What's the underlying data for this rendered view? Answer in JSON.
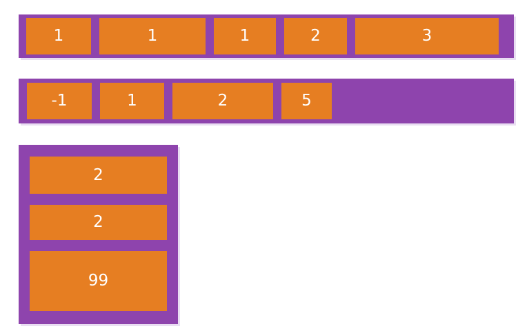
{
  "colors": {
    "background": "#ffffff",
    "container_purple": "#8e44ad",
    "item_orange": "#e67e22",
    "label_white": "#ffffff",
    "shadow": "#e9def2"
  },
  "containers": [
    {
      "name": "row-1",
      "direction": "row",
      "items": [
        {
          "label": "1"
        },
        {
          "label": "1"
        },
        {
          "label": "1"
        },
        {
          "label": "2"
        },
        {
          "label": "3"
        }
      ]
    },
    {
      "name": "row-2",
      "direction": "row",
      "items": [
        {
          "label": "-1"
        },
        {
          "label": "1"
        },
        {
          "label": "2"
        },
        {
          "label": "5"
        }
      ]
    },
    {
      "name": "column-1",
      "direction": "column",
      "items": [
        {
          "label": "2"
        },
        {
          "label": "2"
        },
        {
          "label": "99"
        }
      ]
    }
  ]
}
